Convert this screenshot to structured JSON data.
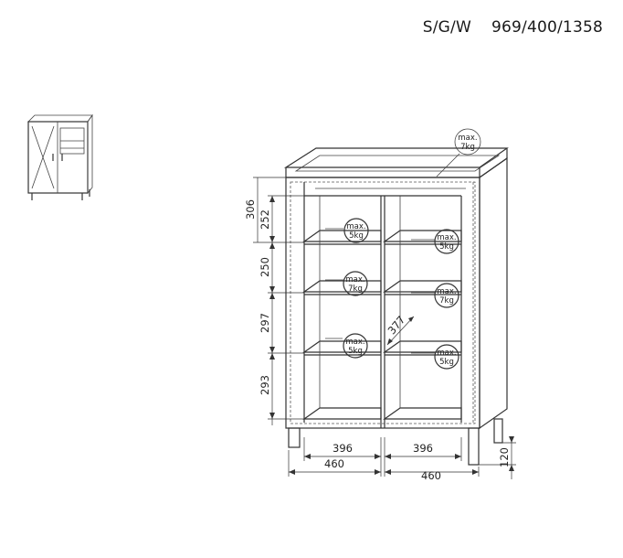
{
  "header": {
    "axis_label": "S/G/W",
    "dimensions": "969/400/1358"
  },
  "dimensions": {
    "overall_top": "306",
    "top_shelf_gap": "252",
    "shelf_gap_2": "250",
    "shelf_gap_3": "297",
    "bottom_gap": "293",
    "depth": "377",
    "inner_width_left": "396",
    "inner_width_right": "396",
    "outer_width_left": "460",
    "outer_width_right": "460",
    "leg_height": "120"
  },
  "loads": {
    "top": {
      "line1": "max.",
      "line2": "7kg"
    },
    "shelf_1_left": {
      "line1": "max.",
      "line2": "5kg"
    },
    "shelf_1_right": {
      "line1": "max.",
      "line2": "5kg"
    },
    "shelf_2_left": {
      "line1": "max.",
      "line2": "7kg"
    },
    "shelf_2_right": {
      "line1": "max.",
      "line2": "7kg"
    },
    "shelf_3_left": {
      "line1": "max.",
      "line2": "5kg"
    },
    "shelf_3_right": {
      "line1": "max.",
      "line2": "5kg"
    }
  }
}
